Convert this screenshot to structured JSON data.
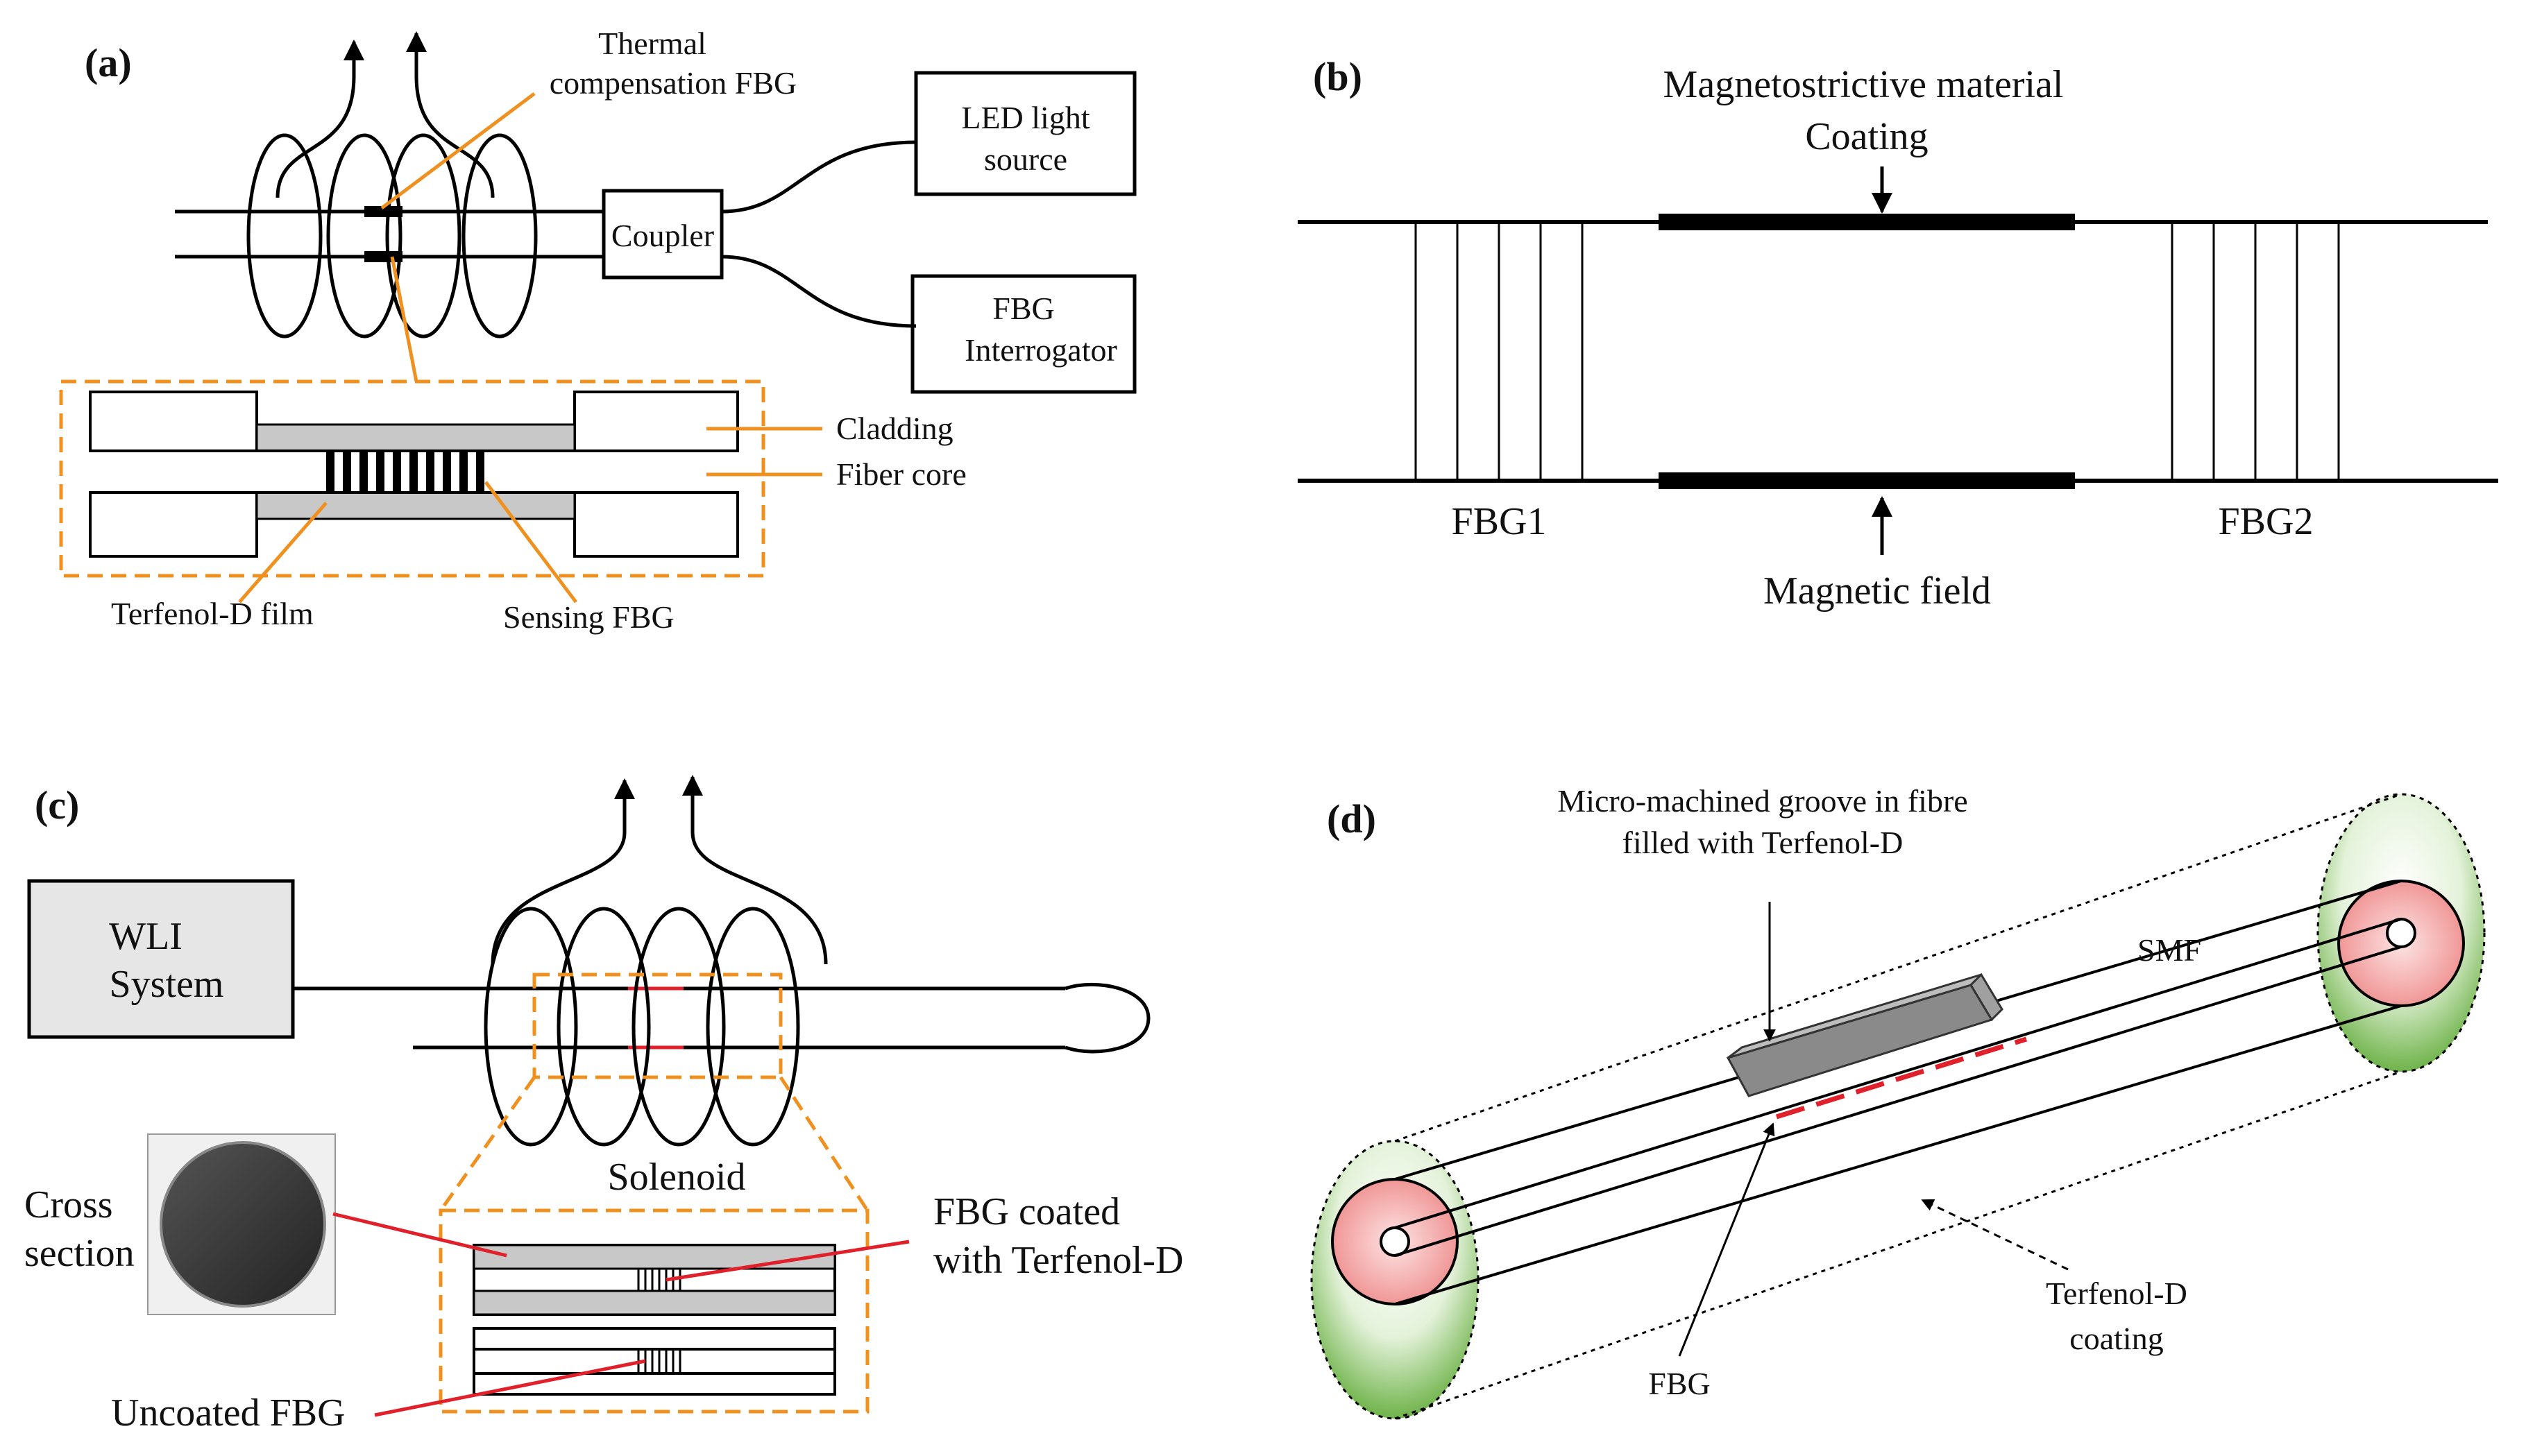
{
  "panel_a": {
    "label": "(a)",
    "thermal_line1": "Thermal",
    "thermal_line2": "compensation FBG",
    "led_line1": "LED light",
    "led_line2": "source",
    "coupler": "Coupler",
    "interrogator_line1": "FBG",
    "interrogator_line2": "Interrogator",
    "cladding": "Cladding",
    "fiber_core": "Fiber core",
    "terfenol_film": "Terfenol-D film",
    "sensing_fbg": "Sensing FBG"
  },
  "panel_b": {
    "label": "(b)",
    "material_line1": "Magnetostrictive material",
    "material_line2": "Coating",
    "fbg1": "FBG1",
    "fbg2": "FBG2",
    "magnetic_field": "Magnetic field"
  },
  "panel_c": {
    "label": "(c)",
    "wli_line1": "WLI",
    "wli_line2": "System",
    "solenoid": "Solenoid",
    "cross_line1": "Cross",
    "cross_line2": "section",
    "coated_line1": "FBG coated",
    "coated_line2": "with Terfenol-D",
    "uncoated": "Uncoated FBG"
  },
  "panel_d": {
    "label": "(d)",
    "groove_line1": "Micro-machined groove in fibre",
    "groove_line2": "filled with Terfenol-D",
    "smf": "SMF",
    "fbg": "FBG",
    "coating_line1": "Terfenol-D",
    "coating_line2": "coating"
  },
  "colors": {
    "accent_orange": "#f0901e",
    "fbg_red": "#e0202a",
    "cladding_gray": "#c8c8c8",
    "end_green": "#7fbf5a",
    "end_pink": "#f08b8b"
  }
}
